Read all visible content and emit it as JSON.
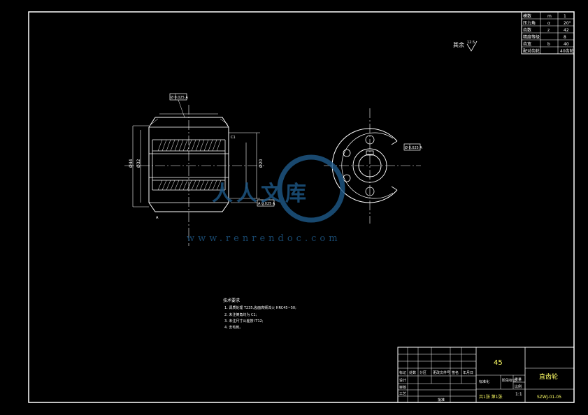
{
  "param_table": {
    "rows": [
      [
        "模数",
        "m",
        "1"
      ],
      [
        "压力角",
        "α",
        "20°"
      ],
      [
        "齿数",
        "z",
        "42"
      ],
      [
        "精度等级",
        "",
        "8"
      ],
      [
        "齿宽",
        "b",
        "40"
      ],
      [
        "配对齿轮",
        "",
        "40齿轮"
      ]
    ]
  },
  "roughness_note": {
    "prefix": "其余",
    "value": "12.5"
  },
  "front_view": {
    "datum_flag": "Ø 0.025 A",
    "dia_outer": "Ø44",
    "dia_bore": "Ø20",
    "dia_mid": "Ø32",
    "chamfer": "C1",
    "runout_flag": "A 0.025 A",
    "section_label": "A"
  },
  "side_view": {
    "position_flag": "Ø 0.025 A"
  },
  "tech_requirements": {
    "title": "技术要求",
    "items": [
      "1. 调质处理 T235,齿面高频淬火 HRC45~50;",
      "2. 未注倒角均为 C1;",
      "3. 未注尺寸公差按 IT12;",
      "4. 去毛刺。"
    ]
  },
  "title_block": {
    "material": "45",
    "part_name": "直齿轮",
    "part_code": "SZWJ-01-05",
    "scale": "1:1",
    "sheet": "共1张 第1张",
    "headers": [
      "标记",
      "处数",
      "分区",
      "更改文件号",
      "签名",
      "年月日"
    ],
    "row_labels": [
      "设计",
      "审核",
      "工艺",
      "批准"
    ],
    "mid_headers": [
      "标准化",
      "阶段标记",
      "重量",
      "比例"
    ]
  },
  "watermark": {
    "brand": "人人文库",
    "url": "www.renrendoc.com"
  }
}
